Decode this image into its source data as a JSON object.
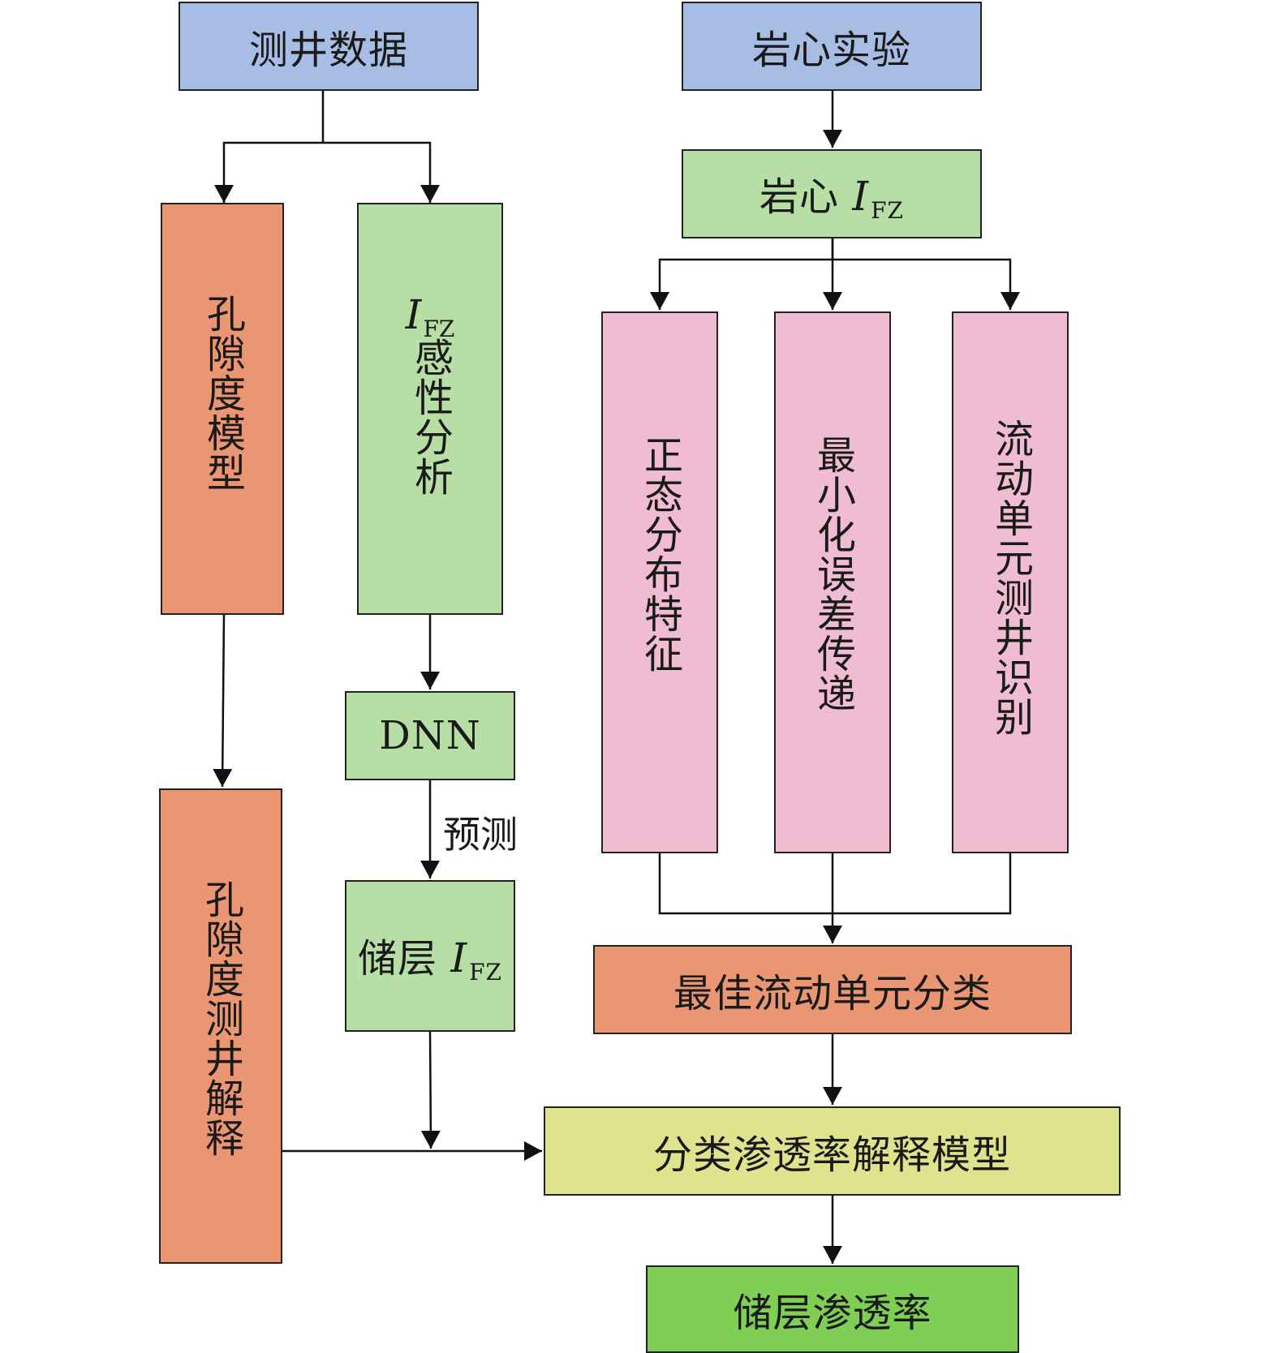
{
  "nodes": {
    "logging_data": "测井数据",
    "core_experiment": "岩心实验",
    "porosity_model": "孔隙度模型",
    "ifz_sensitivity_suffix": "感性分析",
    "ifz_symbol": "I",
    "ifz_subscript": "FZ",
    "core_ifz_prefix": "岩心",
    "normal_distribution": "正态分布特征",
    "min_error": "最小化误差传递",
    "flow_unit_logging": "流动单元测井识别",
    "dnn": "DNN",
    "predict_label": "预测",
    "reservoir_ifz_prefix": "储层",
    "porosity_interpretation": "孔隙度测井解释",
    "best_flow_unit": "最佳流动单元分类",
    "permeability_model": "分类渗透率解释模型",
    "reservoir_permeability": "储层渗透率"
  },
  "colors": {
    "blue": "#a8bde3",
    "green": "#b6dea5",
    "orange": "#ea9672",
    "pink": "#efbcd1",
    "yellow": "#e0e38d",
    "bright_green": "#7ecf53"
  }
}
